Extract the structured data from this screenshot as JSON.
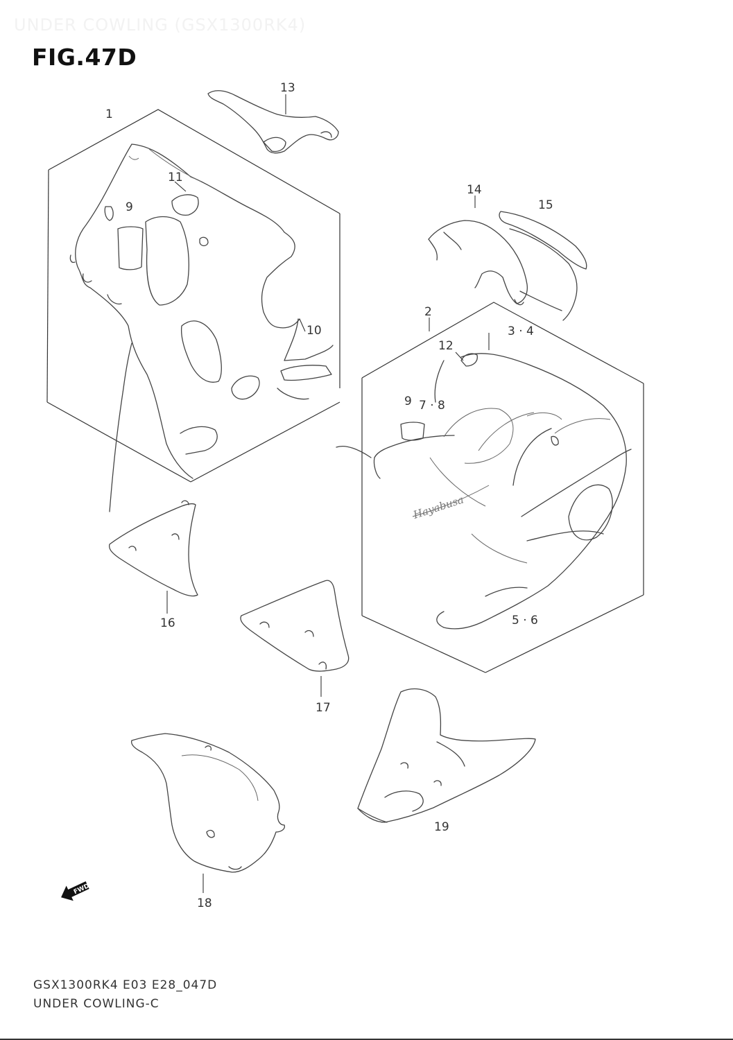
{
  "page": {
    "faint_header": "UNDER COWLING (GSX1300RK4)",
    "figure_title": "FIG.47D",
    "footer_code": "GSX1300RK4 E03 E28_047D",
    "footer_name": "UNDER COWLING-C",
    "direction_badge": "FWD"
  },
  "callouts": {
    "c1": "1",
    "c2": "2",
    "c3_4": "3 · 4",
    "c5_6": "5 · 6",
    "c7_8": "7 · 8",
    "c9a": "9",
    "c9b": "9",
    "c10": "10",
    "c11": "11",
    "c12": "12",
    "c13": "13",
    "c14": "14",
    "c15": "15",
    "c16": "16",
    "c17": "17",
    "c18": "18",
    "c19": "19"
  },
  "decal_text": {
    "hayabusa": "Hayabusa"
  }
}
